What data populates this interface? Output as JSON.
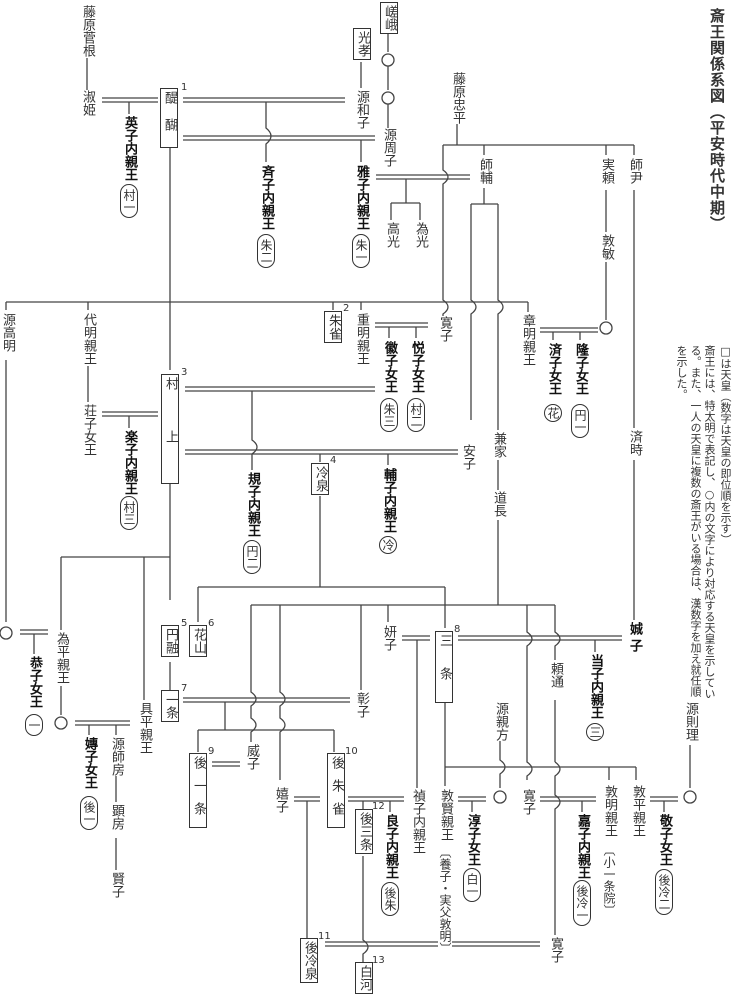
{
  "title": "斎王関係系図（平安時代中期）",
  "notes": [
    "□は天皇（数字は天皇の即位順を示す）",
    "斎王には、特太明で表記し、○内の文字により対応する天皇を示してい",
    "る。また、一人の天皇に複数の斎王がいる場合は、漢数字を加え就任順",
    "を示した。"
  ],
  "emperors": {
    "saga": {
      "name": "嵯峨"
    },
    "koko": {
      "name": "光孝"
    },
    "daigo": {
      "name": "醍醐",
      "num": "1"
    },
    "suzaku": {
      "name": "朱雀",
      "num": "2"
    },
    "murakami": {
      "name": "村上",
      "num": "3"
    },
    "reizei": {
      "name": "冷泉",
      "num": "4"
    },
    "enyu": {
      "name": "円融",
      "num": "5"
    },
    "kazan": {
      "name": "花山",
      "num": "6"
    },
    "ichijo": {
      "name": "一条",
      "num": "7"
    },
    "sanjo": {
      "name": "三条",
      "num": "8"
    },
    "goichijo": {
      "name": "後一条",
      "num": "9"
    },
    "gosuzaku": {
      "name": "後朱雀",
      "num": "10"
    },
    "goreizei": {
      "name": "後冷泉",
      "num": "11"
    },
    "gosanjo": {
      "name": "後三条",
      "num": "12"
    },
    "shirakawa": {
      "name": "白河",
      "num": "13"
    }
  },
  "saio": {
    "shishi": {
      "name": "英子内親王",
      "tag": "村一"
    },
    "seishi": {
      "name": "斉子内親王",
      "tag": "朱二"
    },
    "gashi": {
      "name": "雅子内親王",
      "tag": "朱一"
    },
    "kishi": {
      "name": "徽子女王",
      "tag": "朱三"
    },
    "etsushi": {
      "name": "悦子女王",
      "tag": "村二"
    },
    "rakushi": {
      "name": "楽子内親王",
      "tag": "村三"
    },
    "kishi2": {
      "name": "規子内親王",
      "tag": "円二"
    },
    "hoshi": {
      "name": "輔子内親王",
      "tag": "冷"
    },
    "saishi": {
      "name": "済子女王",
      "tag": "花"
    },
    "ryushi": {
      "name": "隆子女王",
      "tag": "円一"
    },
    "kyoshi": {
      "name": "恭子女王",
      "tag": "一"
    },
    "tokushi": {
      "name": "嫥子女王",
      "tag": "後一"
    },
    "toshi": {
      "name": "当子内親王",
      "tag": "三"
    },
    "ryoshi": {
      "name": "良子内親王",
      "tag": "後朱"
    },
    "junshi": {
      "name": "淳子女王",
      "tag": "白一"
    },
    "kashi": {
      "name": "嘉子内親王",
      "tag": "後冷一"
    },
    "keishi": {
      "name": "敬子女王",
      "tag": "後冷二"
    }
  },
  "persons": {
    "sugane": "藤原菅根",
    "shukuki": "淑姫",
    "minamoto_washi": "源和子",
    "minamoto_shushi": "源周子",
    "tadahira": "藤原忠平",
    "morosuke": "師輔",
    "saneyori": "実頼",
    "masatada": "師尹",
    "atsutoshi": "敦敏",
    "takamitsu": "高光",
    "tamemitsu": "為光",
    "minamoto_takaakira": "源高明",
    "yoakira": "代明親王",
    "shigeakira": "重明親王",
    "kanshi1": "寛子",
    "akiakira": "章明親王",
    "soshi": "荘子女王",
    "anshi": "安子",
    "kaneie": "兼家",
    "michinaga": "道長",
    "naritoki": "済時",
    "tamehira": "為平親王",
    "tomohira": "具平親王",
    "kenshi": "妍子",
    "seishi2": "娍子",
    "shoshi": "彰子",
    "ishi": "威子",
    "kishi3": "嬉子",
    "yorimichi": "頼通",
    "chikakata": "源親方",
    "moronori": "源則理",
    "morofusa": "源師房",
    "akifusa": "顕房",
    "kenshi2": "賢子",
    "teishi": "禎子内親王",
    "atsunori": "敦賢親王",
    "atsunori_note": "〔養子・実父敦明〕",
    "kanshi2": "寛子",
    "atsuakira": "敦明親王",
    "atsuakira_note": "〔小一条院〕",
    "atsuhira": "敦平親王",
    "kanshi3": "寛子"
  }
}
